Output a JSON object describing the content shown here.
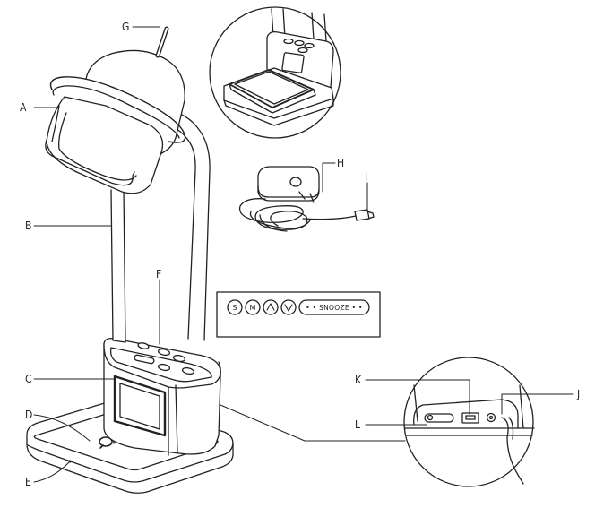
{
  "labels": {
    "A": "A",
    "B": "B",
    "C": "C",
    "D": "D",
    "E": "E",
    "F": "F",
    "G": "G",
    "H": "H",
    "I": "I",
    "J": "J",
    "K": "K",
    "L": "L"
  },
  "button_panel": {
    "s": "S",
    "m": "M",
    "up": "∧",
    "down": "∨",
    "snooze": "• • SNOOZE • •"
  },
  "icons": {
    "qi": "qi-charging-icon"
  }
}
